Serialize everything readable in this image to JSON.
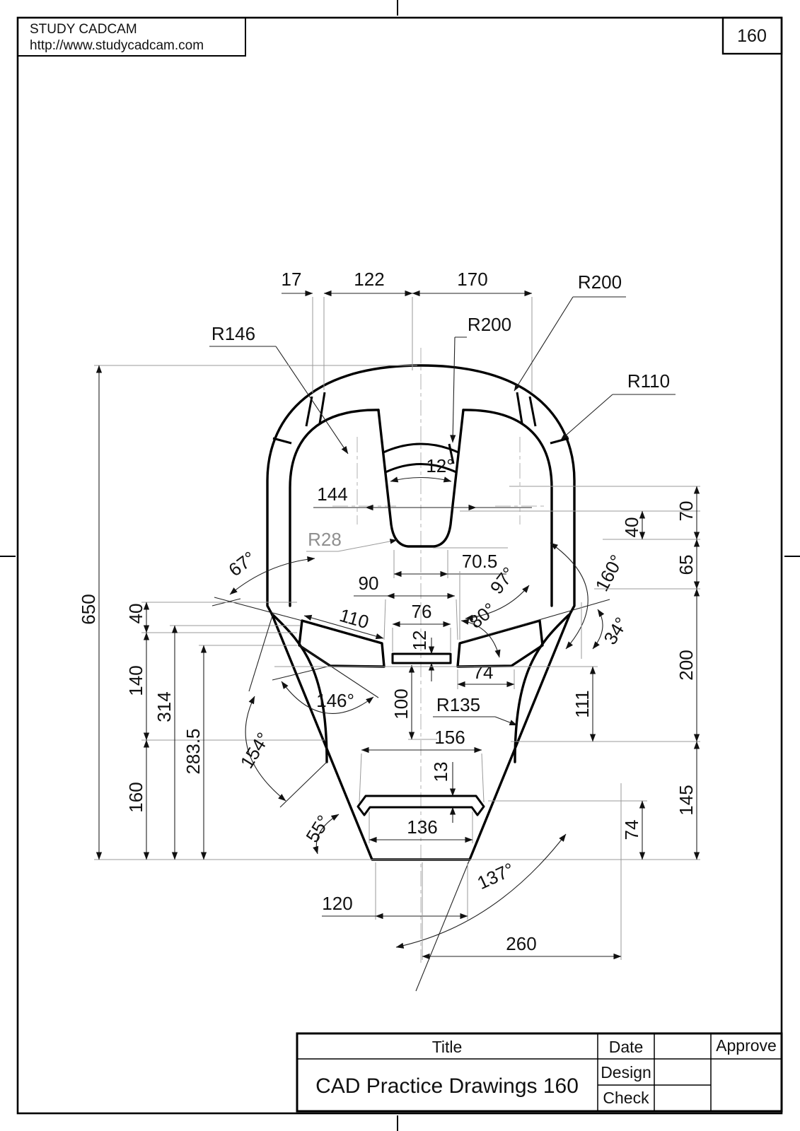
{
  "header": {
    "site_name": "STUDY CADCAM",
    "site_url": "http://www.studycadcam.com",
    "page_number": "160"
  },
  "title_block": {
    "title_label": "Title",
    "drawing_title": "CAD Practice Drawings 160",
    "date_label": "Date",
    "design_label": "Design",
    "check_label": "Check",
    "approve_label": "Approve"
  },
  "dims": {
    "d17": "17",
    "d122": "122",
    "d170": "170",
    "r200_top": "R200",
    "r200_mid": "R200",
    "r146": "R146",
    "r110": "R110",
    "a12": "12°",
    "d144": "144",
    "r28": "R28",
    "d70_5": "70.5",
    "a67": "67°",
    "d90": "90",
    "d110": "110",
    "d76": "76",
    "d12": "12",
    "a80": "80°",
    "a97": "97°",
    "a160": "160°",
    "a34": "34°",
    "d650": "650",
    "d40_left": "40",
    "d140": "140",
    "d314": "314",
    "d283_5": "283.5",
    "d160": "160",
    "d40_right": "40",
    "d70": "70",
    "d65": "65",
    "d200": "200",
    "d145": "145",
    "d74_right": "74",
    "a146": "146°",
    "d100": "100",
    "d74_eye": "74",
    "r135": "R135",
    "d111": "111",
    "a154": "154°",
    "d156": "156",
    "d13": "13",
    "d136": "136",
    "a55": "55°",
    "a137": "137°",
    "d120": "120",
    "d260": "260"
  }
}
